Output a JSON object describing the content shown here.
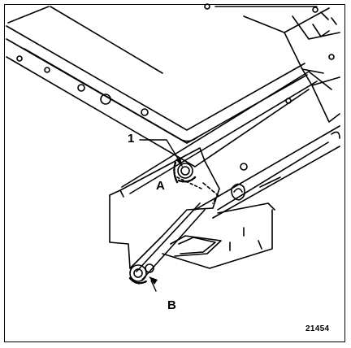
{
  "labels": {
    "callout_1": "1",
    "callout_a": "A",
    "callout_b": "B",
    "figure_ref": "21454"
  },
  "colors": {
    "ink": "#000000",
    "paper": "#ffffff"
  }
}
